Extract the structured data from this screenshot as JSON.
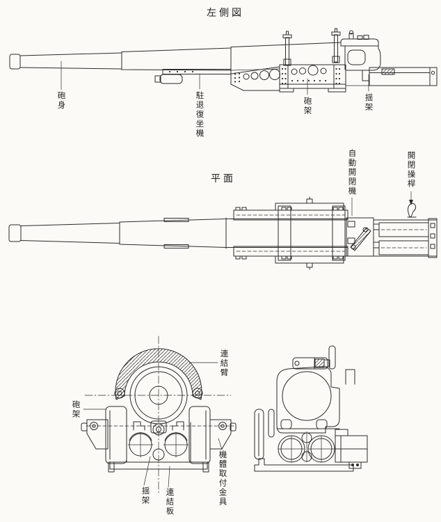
{
  "page": {
    "background_color": "#fbfaf6",
    "ink_color": "#2b2b2b",
    "description": "scanned technical line drawing of an automatic cannon, three views with handwritten Japanese labels"
  },
  "side_view": {
    "title": "左側図",
    "labels": {
      "barrel": "砲身",
      "recoil_mechanism": "駐退復坐機",
      "gun_carriage": "砲架",
      "cradle": "揺架"
    }
  },
  "plan_view": {
    "title": "平面",
    "labels": {
      "auto_breech": "自動開閉機",
      "breech_lever": "開閉操桿"
    }
  },
  "front_section": {
    "labels": {
      "connecting_arm": "連結臂",
      "gun_carriage": "砲架",
      "cradle": "揺架",
      "connecting_plate": "連結板",
      "mount_fitting": "機體取付金具"
    }
  }
}
